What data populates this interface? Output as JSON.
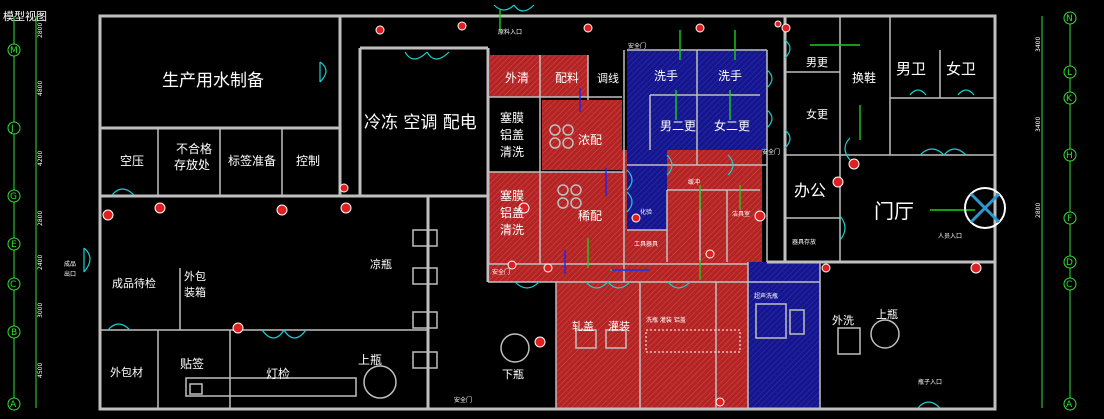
{
  "title_tab": "模型视图",
  "rooms": {
    "water_prep": "生产用水制备",
    "hvac": "冷冻 空调 配电",
    "air_compress": "空压",
    "nonconform_1": "不合格",
    "nonconform_2": "存放处",
    "label_prep": "标签准备",
    "control": "控制",
    "outer_clean": "外清",
    "batching": "配料",
    "adjust": "调线",
    "stopper_1": "塞膜",
    "stopper_2": "铝盖",
    "stopper_3": "清洗",
    "conc_prep": "浓配",
    "dilute_prep": "稀配",
    "wash_hands_1": "洗手",
    "wash_hands_2": "洗手",
    "change2_m": "男二更",
    "change2_f": "女二更",
    "buffer": "缓冲",
    "lab": "化验",
    "tools_store": "工具器具",
    "cleaning_tools": "洁具室",
    "m_change": "男更",
    "f_change": "女更",
    "change_shoes": "换鞋",
    "m_toilet": "男卫",
    "f_toilet": "女卫",
    "office": "办公",
    "lobby": "门厅",
    "personnel_entry": "人员入口",
    "tool_store2": "器具存放",
    "finished_check": "成品待检",
    "finished_exit_1": "成品",
    "finished_exit_2": "出口",
    "outer_pack_1": "外包",
    "outer_pack_2": "装箱",
    "cool_bottle": "凉瓶",
    "outer_material": "外包材",
    "labeling": "贴签",
    "lamp_check": "灯检",
    "load_bottle_1": "上瓶",
    "unload_bottle": "下瓶",
    "rolling": "轧盖",
    "capping": "灌装",
    "seal_line": "洗瓶 灌装 铝盖",
    "ultra_wash": "超声洗瓶",
    "outer_wash": "外洗",
    "load_bottle_2": "上瓶",
    "bottle_entry": "瓶子入口",
    "material_entry": "原料入口",
    "safe_door_1": "安全门",
    "safe_door_2": "安全门",
    "safe_door_3": "安全门",
    "safe_door_4": "安全门"
  },
  "axes": {
    "rows": [
      "N",
      "M",
      "L",
      "K",
      "J",
      "H",
      "G",
      "F",
      "E",
      "D",
      "C",
      "B",
      "A"
    ],
    "dims_left": [
      "2800",
      "4800",
      "4200",
      "2800",
      "2400",
      "3000",
      "4500"
    ],
    "dims_right": [
      "3400",
      "3400",
      "2800"
    ]
  },
  "colors": {
    "red_zone": "#b82828",
    "blue_zone": "#1a1a98",
    "wall": "#bfbfbf",
    "door": "#19d0d0",
    "axis": "#30e030"
  }
}
